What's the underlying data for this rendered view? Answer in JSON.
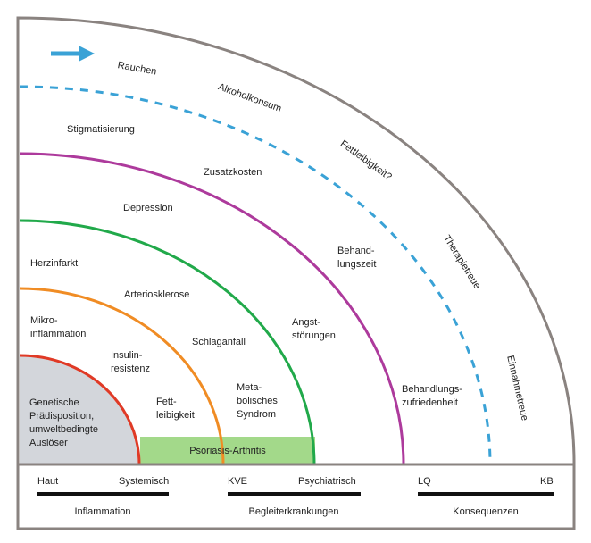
{
  "rings": {
    "core": "#d3d6db",
    "red": "#e03a26",
    "orange": "#f08c24",
    "green": "#21a94a",
    "purple": "#ad3a9c",
    "blue_dashed": "#3aa2d6",
    "frame": "#8a8380",
    "psoriasis_band": "#a3d98a",
    "arrow": "#3aa2d6"
  },
  "labels": {
    "rauchen": "Rauchen",
    "alkoholkonsum": "Alkoholkonsum",
    "fettleibigkeit_q": "Fettleibigkeit?",
    "therapietreue": "Therapietreue",
    "einnahmetreue": "Einnahmetreue",
    "stigmatisierung": "Stigmatisierung",
    "zusatzkosten": "Zusatzkosten",
    "behandlungszeit_1": "Behand-",
    "behandlungszeit_2": "lungszeit",
    "behandlungszufriedenheit_1": "Behandlungs-",
    "behandlungszufriedenheit_2": "zufriedenheit",
    "depression": "Depression",
    "herzinfarkt": "Herzinfarkt",
    "arteriosklerose": "Arteriosklerose",
    "angst_1": "Angst-",
    "angst_2": "störungen",
    "mikro_1": "Mikro-",
    "mikro_2": "inflammation",
    "schlaganfall": "Schlaganfall",
    "insulin_1": "Insulin-",
    "insulin_2": "resistenz",
    "fett_1": "Fett-",
    "fett_2": "leibigkeit",
    "meta_1": "Meta-",
    "meta_2": "bolisches",
    "meta_3": "Syndrom",
    "genetik_1": "Genetische",
    "genetik_2": "Prädisposition,",
    "genetik_3": "umweltbedingte",
    "genetik_4": "Auslöser",
    "psoriasis_arthritis": "Psoriasis-Arthritis"
  },
  "bottom": {
    "haut": "Haut",
    "systemisch": "Systemisch",
    "kve": "KVE",
    "psychiatrisch": "Psychiatrisch",
    "lq": "LQ",
    "kb": "KB",
    "inflammation": "Inflammation",
    "begleiterkrankungen": "Begleiterkrankungen",
    "konsequenzen": "Konsequenzen"
  }
}
